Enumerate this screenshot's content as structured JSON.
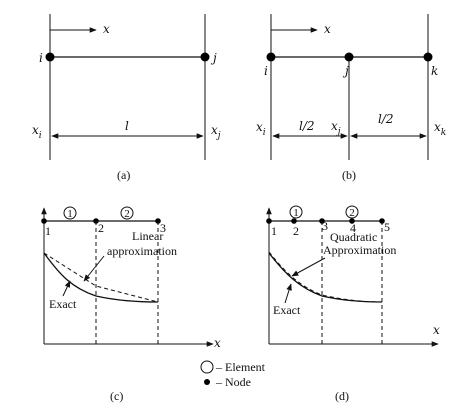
{
  "panel_a": {
    "axis_x": "x",
    "node_i": "i",
    "node_j": "j",
    "coord_i": "x",
    "coord_i_sub": "i",
    "coord_j": "x",
    "coord_j_sub": "j",
    "length": "l",
    "caption": "(a)"
  },
  "panel_b": {
    "axis_x": "x",
    "node_i": "i",
    "node_j": "j",
    "node_k": "k",
    "coord_i": "x",
    "coord_i_sub": "i",
    "coord_j": "x",
    "coord_j_sub": "j",
    "coord_k": "x",
    "coord_k_sub": "k",
    "half_left": "l/2",
    "half_right": "l/2",
    "caption": "(b)"
  },
  "panel_c": {
    "element_1": "1",
    "element_2": "2",
    "nodes": [
      "1",
      "2",
      "3"
    ],
    "approx_line1": "Linear",
    "approx_line2": "approximation",
    "exact": "Exact",
    "axis_x": "x",
    "caption": "(c)"
  },
  "panel_d": {
    "element_1": "1",
    "element_2": "2",
    "nodes": [
      "1",
      "2",
      "3",
      "4",
      "5"
    ],
    "approx_line1": "Quadratic",
    "approx_line2": "Approximation",
    "exact": "Exact",
    "axis_x": "x",
    "caption": "(d)"
  },
  "legend": {
    "element": "– Element",
    "node": "– Node"
  }
}
